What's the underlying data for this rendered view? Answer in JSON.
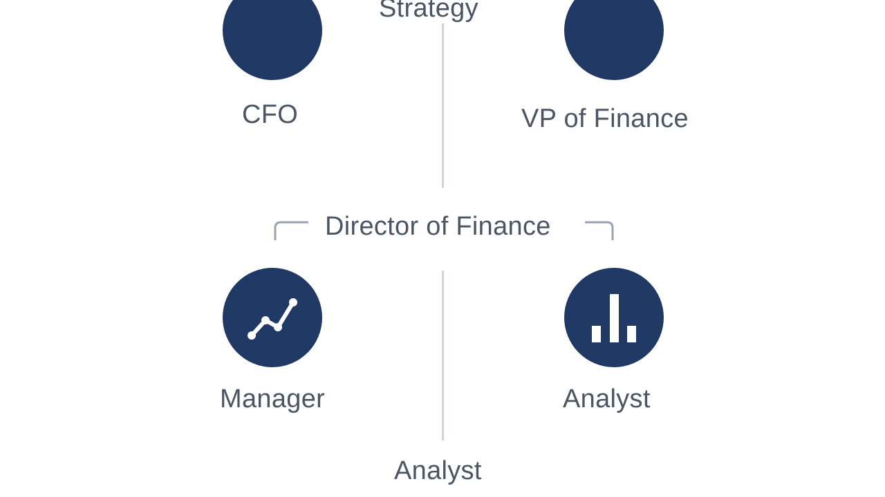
{
  "colors": {
    "node_fill": "#1f3864",
    "icon_color": "#ffffff",
    "text": "#4b5563",
    "connector": "#cfd3d8",
    "bracket": "#9ca3af"
  },
  "labels": {
    "top": "Strategy",
    "cfo": "CFO",
    "vp": "VP of Finance",
    "director": "Director of Finance",
    "manager": "Manager",
    "analyst_right": "Analyst",
    "analyst_bottom": "Analyst"
  },
  "icons": {
    "cfo": "none",
    "vp": "none",
    "manager": "line-chart-icon",
    "analyst_right": "bar-chart-icon"
  }
}
